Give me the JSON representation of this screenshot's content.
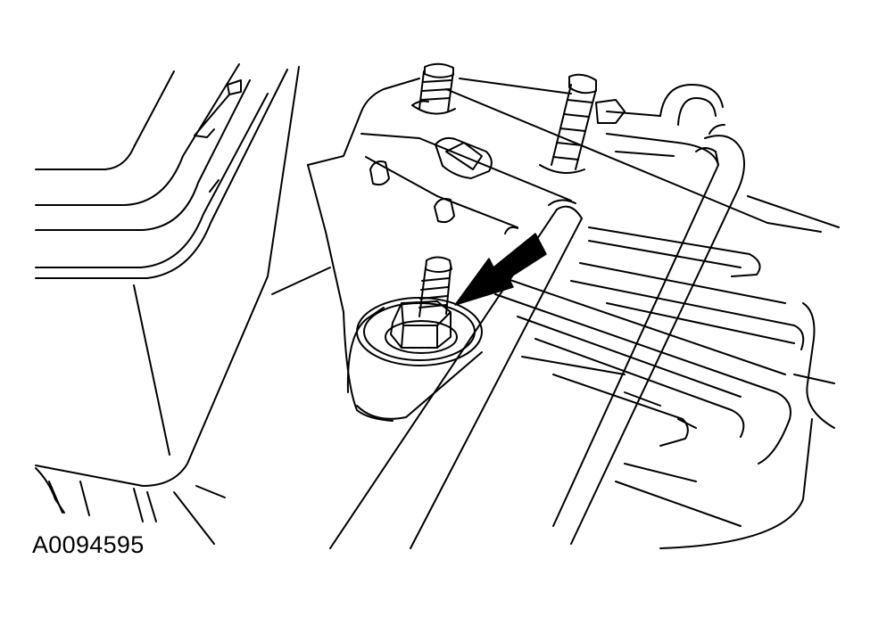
{
  "figure": {
    "reference_code": "A0094595"
  },
  "colors": {
    "line": "#000000",
    "background": "#ffffff",
    "callout_arrow": "#000000"
  },
  "parts_depicted": [
    "upper-mounting-stud-left",
    "upper-mounting-stud-right",
    "lower-mounting-stud-with-nut",
    "mounting-bracket",
    "brake-line-tube",
    "callout-arrow"
  ]
}
